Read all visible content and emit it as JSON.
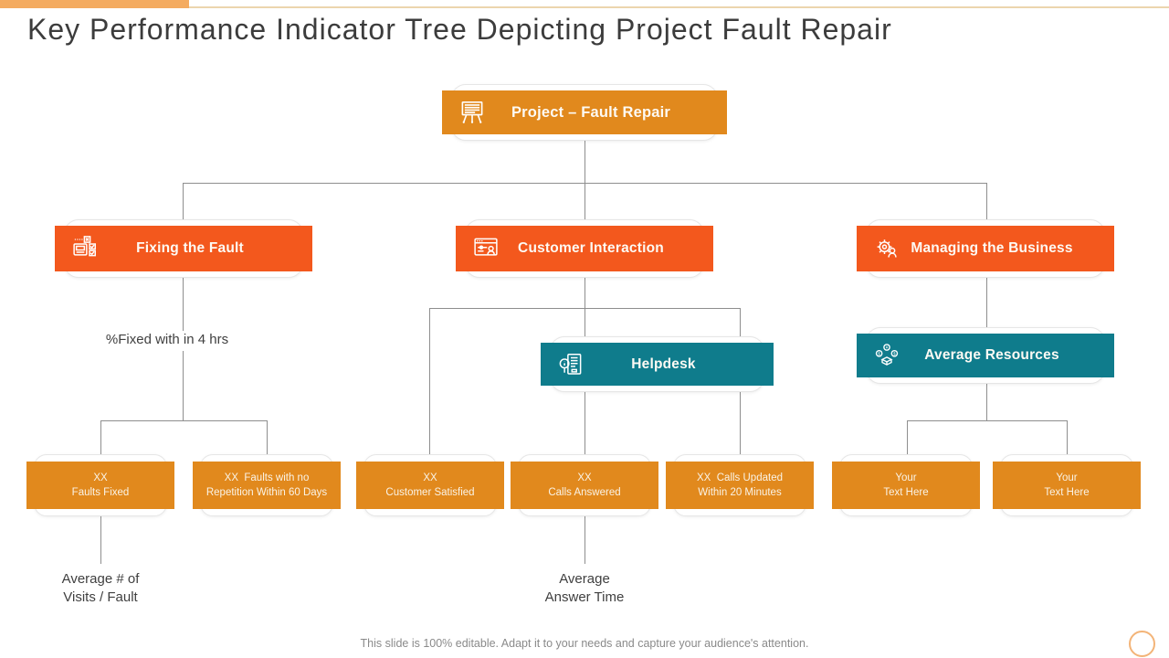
{
  "slide": {
    "title": "Key Performance Indicator Tree Depicting Project Fault Repair",
    "footer": "This slide is 100% editable. Adapt it to your needs and capture your audience's attention."
  },
  "colors": {
    "amber": "#E1891D",
    "vivid_orange": "#F3581D",
    "teal": "#0F7C8C",
    "line_gray": "#8E8E8E",
    "topbar_orange": "#F4AB60",
    "title_text": "#3C3C3C",
    "footer_text": "#8A8A8A"
  },
  "tree": {
    "root": {
      "label": "Project – Fault Repair",
      "icon": "presentation-board-icon"
    },
    "level2": [
      {
        "label": "Fixing the Fault",
        "icon": "fault-checklist-icon"
      },
      {
        "label": "Customer Interaction",
        "icon": "customer-screen-icon"
      },
      {
        "label": "Managing the Business",
        "icon": "gear-person-icon"
      }
    ],
    "level3": [
      {
        "label": "Helpdesk",
        "icon": "helpdesk-magnifier-icon"
      },
      {
        "label": "Average Resources",
        "icon": "resources-box-icon"
      }
    ],
    "leaves": [
      {
        "line1": "XX",
        "line2": "Faults Fixed"
      },
      {
        "line1": "XX  Faults with no",
        "line2": "Repetition Within 60 Days"
      },
      {
        "line1": "XX",
        "line2": "Customer Satisfied"
      },
      {
        "line1": "XX",
        "line2": "Calls Answered"
      },
      {
        "line1": "XX  Calls Updated",
        "line2": "Within 20 Minutes"
      },
      {
        "line1": "Your",
        "line2": "Text Here"
      },
      {
        "line1": "Your",
        "line2": "Text Here"
      }
    ],
    "annotations": {
      "fixed_4hrs": "%Fixed with in 4 hrs",
      "avg_visits_line1": "Average # of",
      "avg_visits_line2": "Visits / Fault",
      "avg_answer_line1": "Average",
      "avg_answer_line2": "Answer Time"
    }
  }
}
